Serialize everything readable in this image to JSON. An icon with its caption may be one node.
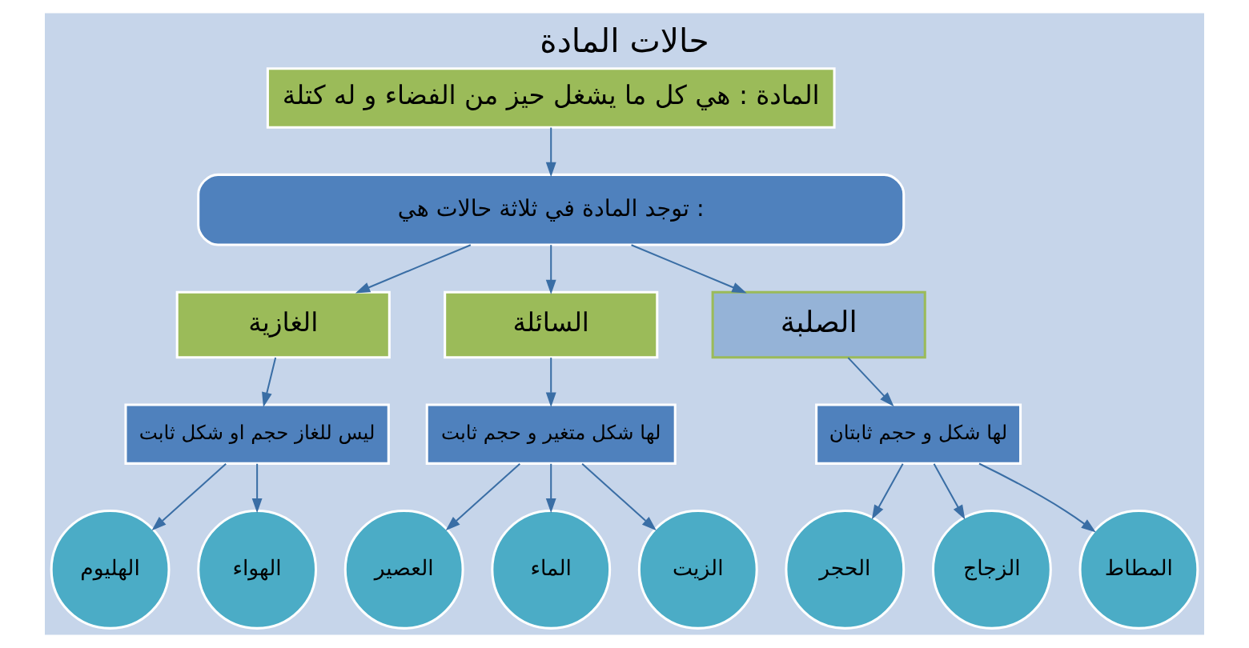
{
  "diagram": {
    "title": "حالات المادة",
    "nodes": [
      {
        "text": [
          "المادة : هي كل ما يشغل حيز من الفضاء و له كتلة"
        ]
      },
      {
        "text": [
          "توجد المادة في ثلاثة حالات هي :"
        ]
      },
      {
        "text": [
          "الغازية"
        ]
      },
      {
        "text": [
          "السائلة"
        ]
      },
      {
        "text": [
          "الصلبة"
        ]
      },
      {
        "text": [
          "ليس للغاز حجم او شكل ثابت"
        ]
      },
      {
        "text": [
          "لها شكل متغير و حجم ثابت"
        ]
      },
      {
        "text": [
          "لها شكل و حجم ثابتان"
        ]
      },
      {
        "text": [
          "الهليوم"
        ]
      },
      {
        "text": [
          "الهواء"
        ]
      },
      {
        "text": [
          "العصير"
        ]
      },
      {
        "text": [
          "الماء"
        ]
      },
      {
        "text": [
          "الزيت"
        ]
      },
      {
        "text": [
          "الحجر"
        ]
      },
      {
        "text": [
          "الزجاج"
        ]
      },
      {
        "text": [
          "المطاط"
        ]
      }
    ],
    "edges": [
      {
        "from": 0,
        "to": 1,
        "arrow": "to"
      },
      {
        "from": 1,
        "to": 2,
        "arrow": "to"
      },
      {
        "from": 1,
        "to": 3,
        "arrow": "to"
      },
      {
        "from": 1,
        "to": 4,
        "arrow": "to"
      },
      {
        "from": 2,
        "to": 5,
        "arrow": "to"
      },
      {
        "from": 3,
        "to": 6,
        "arrow": "to"
      },
      {
        "from": 4,
        "to": 7,
        "arrow": "to"
      },
      {
        "from": 5,
        "to": 8,
        "arrow": "to"
      },
      {
        "from": 5,
        "to": 9,
        "arrow": "to"
      },
      {
        "from": 6,
        "to": 10,
        "arrow": "to"
      },
      {
        "from": 6,
        "to": 11,
        "arrow": "to"
      },
      {
        "from": 6,
        "to": 12,
        "arrow": "to"
      },
      {
        "from": 7,
        "to": 13,
        "arrow": "to"
      },
      {
        "from": 7,
        "to": 14,
        "arrow": "to"
      },
      {
        "from": 7,
        "to": 15,
        "arrow": "to"
      }
    ]
  }
}
